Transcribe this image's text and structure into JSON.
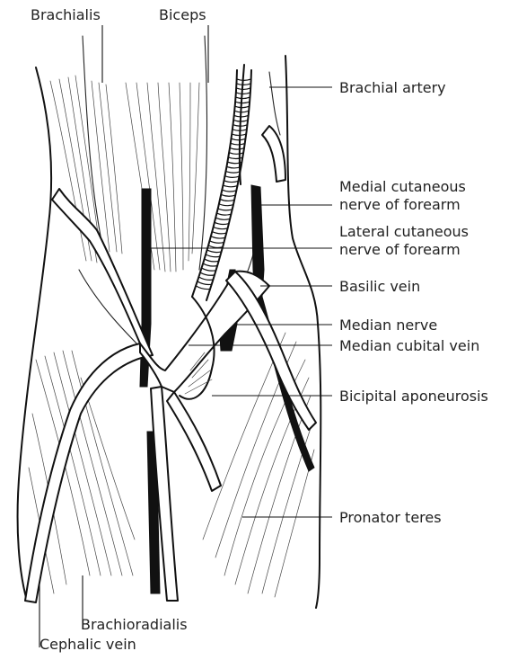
{
  "labels": {
    "brachialis": "Brachialis",
    "biceps": "Biceps",
    "brachial_artery": "Brachial artery",
    "medial_cutaneous_1": "Medial cutaneous",
    "medial_cutaneous_2": "nerve of forearm",
    "lateral_cutaneous_1": "Lateral cutaneous",
    "lateral_cutaneous_2": "nerve of forearm",
    "basilic_vein": "Basilic vein",
    "median_nerve": "Median nerve",
    "median_cubital_vein": "Median cubital vein",
    "bicipital_aponeurosis": "Bicipital aponeurosis",
    "pronator_teres": "Pronator teres",
    "brachioradialis": "Brachioradialis",
    "cephalic_vein": "Cephalic vein"
  }
}
